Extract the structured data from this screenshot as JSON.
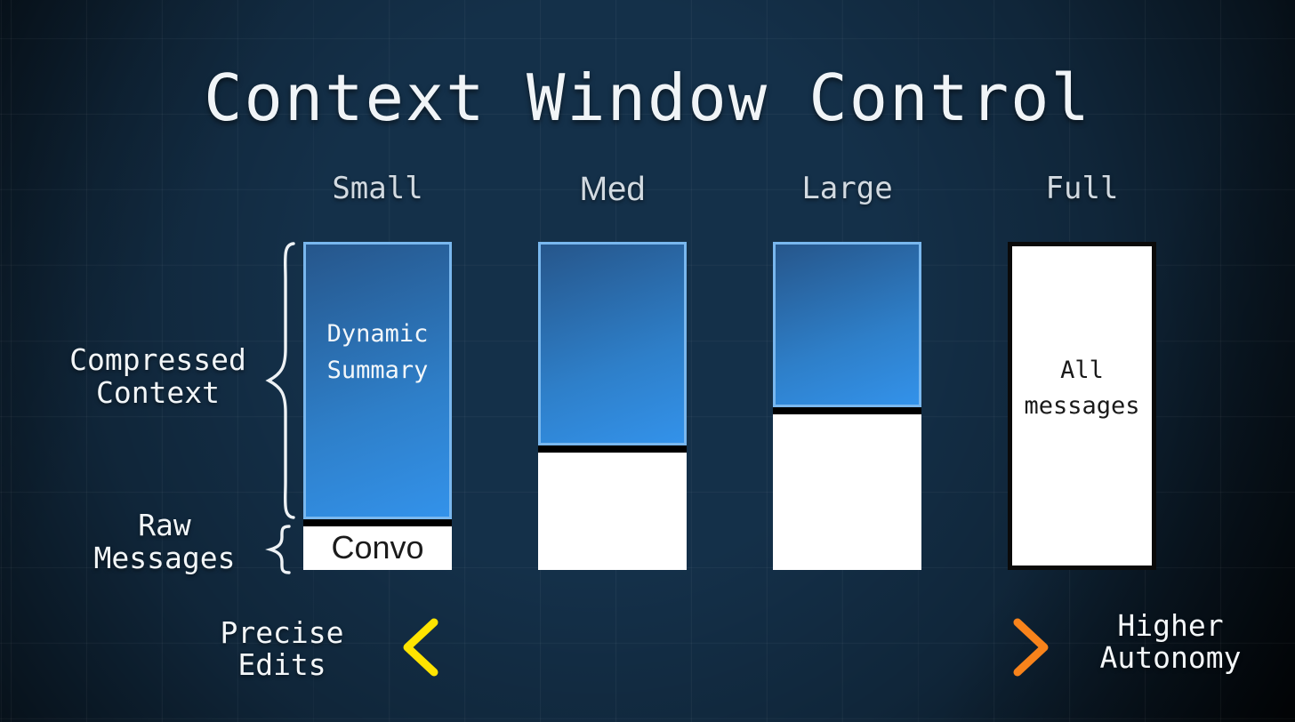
{
  "title": "Context Window Control",
  "bars": [
    {
      "label": "Small",
      "compressed_pct": 84.5,
      "separator_pct": 2.2,
      "raw_pct": 13.3,
      "compressed_line1": "Dynamic",
      "compressed_line2": "Summary",
      "raw_label": "Convo"
    },
    {
      "label": "Med",
      "compressed_pct": 62.0,
      "separator_pct": 2.2,
      "raw_pct": 35.8
    },
    {
      "label": "Large",
      "compressed_pct": 50.4,
      "separator_pct": 2.2,
      "raw_pct": 47.4
    },
    {
      "label": "Full",
      "compressed_pct": 0,
      "separator_pct": 0,
      "raw_pct": 100,
      "raw_line1": "All",
      "raw_line2": "messages"
    }
  ],
  "annotations": {
    "compressed_line1": "Compressed",
    "compressed_line2": "Context",
    "raw_line1": "Raw",
    "raw_line2": "Messages"
  },
  "axis": {
    "left_line1": "Precise",
    "left_line2": "Edits",
    "right_line1": "Higher",
    "right_line2": "Autonomy"
  },
  "colors": {
    "background": "#143049",
    "compressed_gradient_top": "#26568b",
    "compressed_gradient_bottom": "#3392ea",
    "compressed_border": "#79b7ee",
    "separator": "#000000",
    "raw_fill": "#ffffff",
    "arrow_yellow": "#ffe400",
    "arrow_orange": "#f8831b",
    "text_light": "#f0f4f7"
  }
}
